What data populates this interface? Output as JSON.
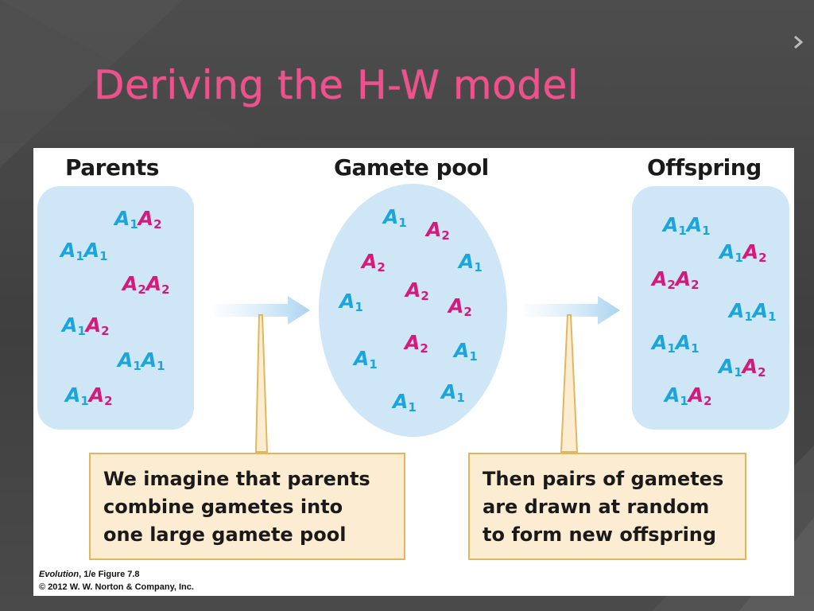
{
  "slide": {
    "title": "Deriving the H-W model"
  },
  "figure": {
    "headings": {
      "parents": "Parents",
      "gamete_pool": "Gamete pool",
      "offspring": "Offspring"
    },
    "parents": [
      [
        "1",
        "2"
      ],
      [
        "1",
        "1"
      ],
      [
        "2",
        "2"
      ],
      [
        "1",
        "2"
      ],
      [
        "1",
        "1"
      ],
      [
        "1",
        "2"
      ]
    ],
    "gamete_pool": [
      "1",
      "2",
      "2",
      "1",
      "2",
      "1",
      "2",
      "2",
      "1",
      "1",
      "1",
      "1"
    ],
    "offspring": [
      [
        "1",
        "1"
      ],
      [
        "1",
        "2"
      ],
      [
        "2",
        "2"
      ],
      [
        "1",
        "1"
      ],
      [
        "1",
        "1"
      ],
      [
        "1",
        "2"
      ],
      [
        "1",
        "2"
      ]
    ],
    "callout_left": [
      "We imagine that parents",
      "combine gametes into",
      "one large gamete pool"
    ],
    "callout_right": [
      "Then pairs of gametes",
      "are drawn at random",
      "to form new offspring"
    ],
    "credit": {
      "book": "Evolution",
      "edition": ", 1/e  Figure 7.8",
      "copyright": "© 2012 W. W. Norton & Company, Inc."
    },
    "colors": {
      "allele_1": "#1aa6dc",
      "allele_2": "#d6197a",
      "panel_fill": "#cfe6f7",
      "callout_fill": "#fbecd2",
      "callout_border": "#e0b75c",
      "title": "#f0508c"
    },
    "allele_letter": "A"
  }
}
